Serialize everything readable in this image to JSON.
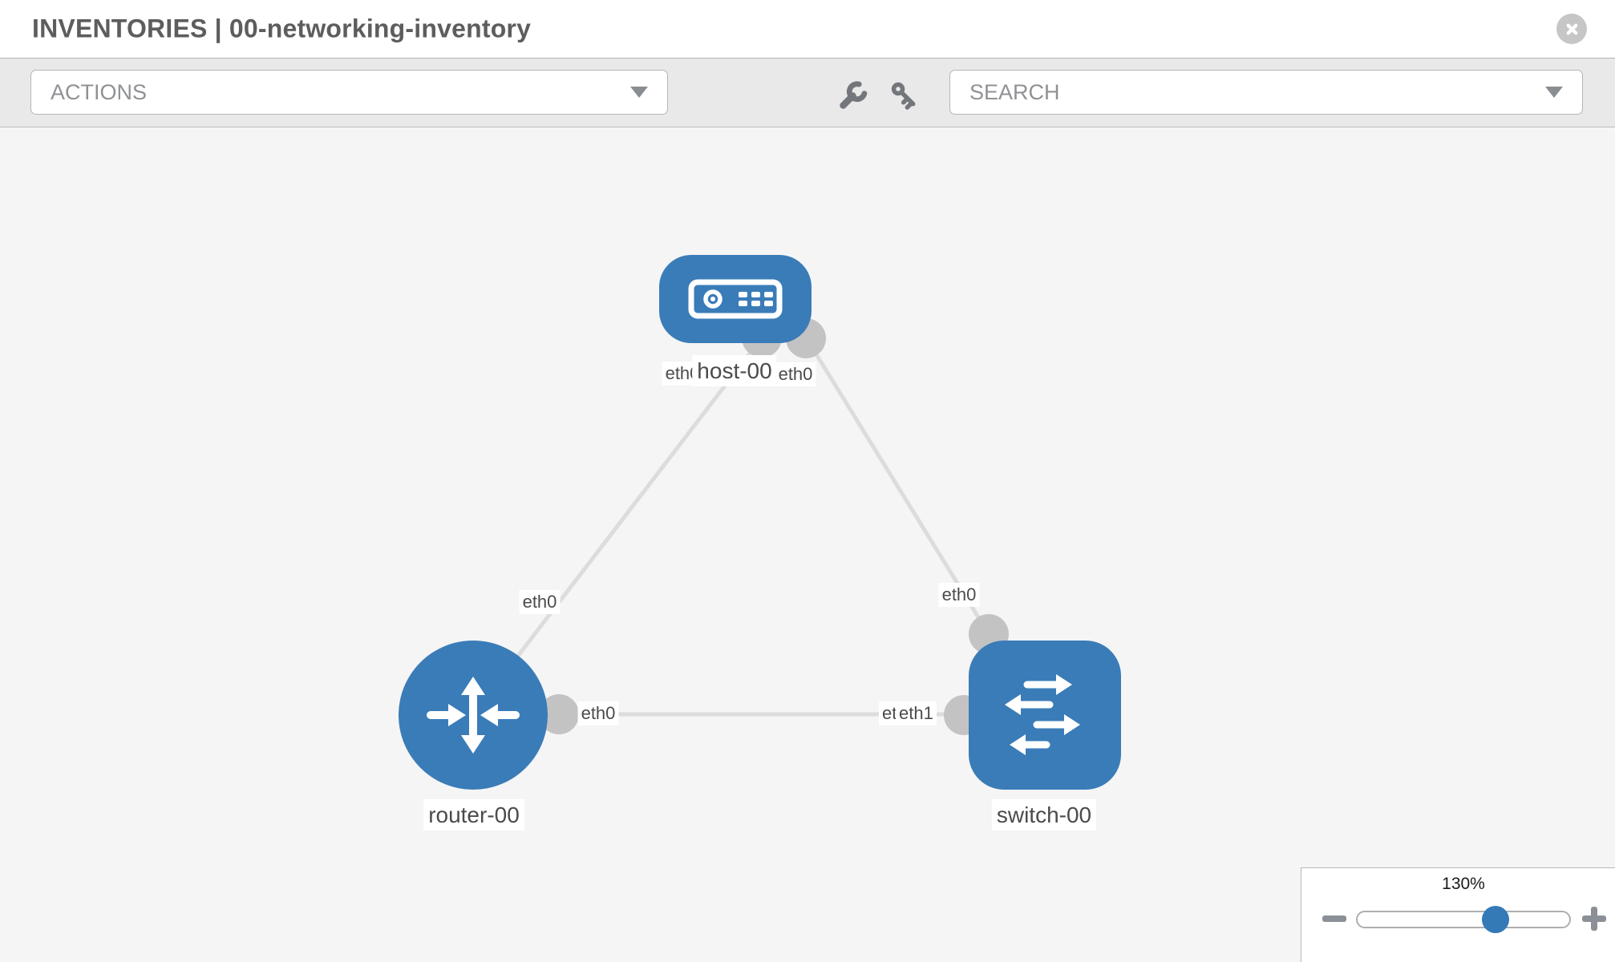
{
  "window": {
    "title": "INVENTORIES | 00-networking-inventory"
  },
  "toolbar": {
    "actions": {
      "label": "ACTIONS"
    },
    "search": {
      "label": "SEARCH"
    }
  },
  "icons": {
    "header": [
      "close-icon"
    ],
    "toolbar": [
      "wrench-icon",
      "key-icon",
      "caret-down-icon"
    ],
    "zoom": [
      "minus-icon",
      "plus-icon"
    ]
  },
  "colors": {
    "node_blue": "#3a7cb8",
    "accent_blue": "#337ab7",
    "port_gray": "#c3c3c3",
    "link_gray": "#dcdcdc",
    "canvas_bg": "#f5f5f5",
    "toolbar_bg": "#e9e9e9",
    "label_text": "#4b4b4b"
  },
  "topology": {
    "nodes": [
      {
        "id": "host-00",
        "type": "host",
        "label": "host-00"
      },
      {
        "id": "router-00",
        "type": "router",
        "label": "router-00"
      },
      {
        "id": "switch-00",
        "type": "switch",
        "label": "switch-00"
      }
    ],
    "interfaces": {
      "host_left": "eth0",
      "host_right": "eth0",
      "diag_left": "eth0",
      "diag_right": "eth0",
      "horiz_left": "eth0",
      "horiz_right_under": "eth0",
      "horiz_right_over": "eth1"
    },
    "links": [
      {
        "from": "host-00",
        "from_if": "eth0",
        "to": "router-00",
        "to_if": "eth0"
      },
      {
        "from": "host-00",
        "from_if": "eth0",
        "to": "switch-00",
        "to_if": "eth0"
      },
      {
        "from": "router-00",
        "from_if": "eth0",
        "to": "switch-00",
        "to_if": "eth1"
      }
    ]
  },
  "zoom_control": {
    "percent": "130%",
    "value": 130
  }
}
